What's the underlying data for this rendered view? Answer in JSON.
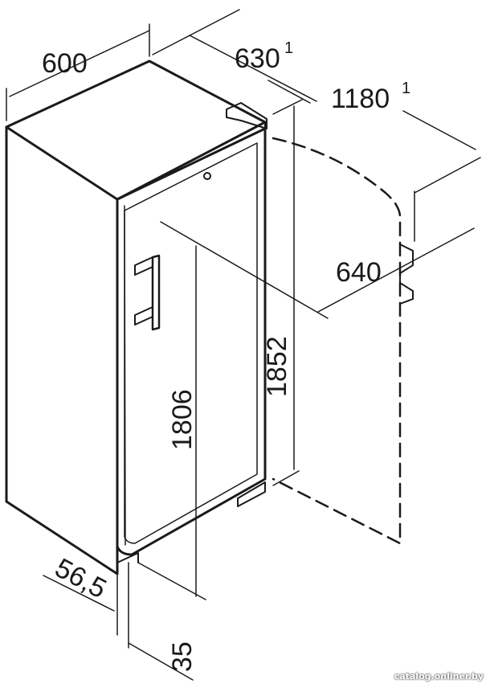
{
  "dimensions": {
    "width": "600",
    "depth": "630",
    "depth_note": "1",
    "depth_open": "1180",
    "depth_open_note": "1",
    "door_swing": "640",
    "height_total": "1852",
    "height_door": "1806",
    "plinth_offset": "56,5",
    "plinth_height": "35"
  },
  "watermark": "catalog.onliner.by",
  "colors": {
    "line": "#1a1a1a",
    "background": "#ffffff"
  }
}
